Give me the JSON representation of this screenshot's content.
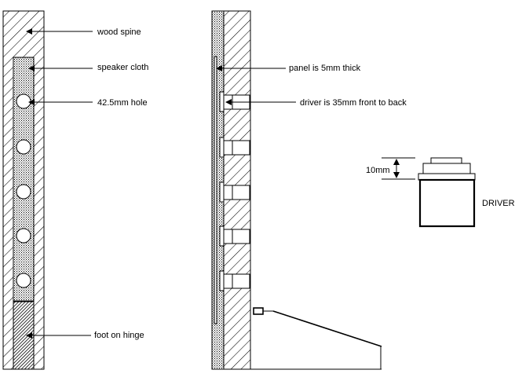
{
  "labels": {
    "wood_spine": "wood spine",
    "speaker_cloth": "speaker cloth",
    "hole": "42.5mm hole",
    "foot_hinge": "foot on hinge",
    "panel_thickness": "panel is 5mm thick",
    "driver_depth": "driver is 35mm front to back",
    "dimension": "10mm",
    "driver": "DRIVER"
  },
  "colors": {
    "line": "#000000",
    "background": "#ffffff"
  }
}
